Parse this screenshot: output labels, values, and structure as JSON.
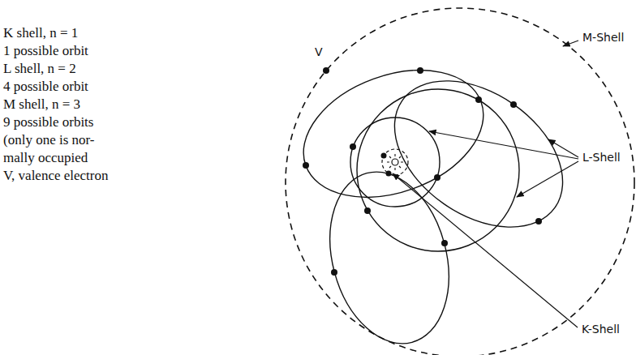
{
  "diagram": {
    "labels": [
      "K shell, n = 1",
      "1 possible orbit",
      "L shell, n = 2",
      "4 possible orbit",
      "M shell, n = 3",
      "9 possible orbits",
      "(only one is nor-",
      "mally occupied",
      "V, valence electron",
      "V",
      "M-Shell",
      "L-Shell",
      "K-Shell"
    ]
  }
}
